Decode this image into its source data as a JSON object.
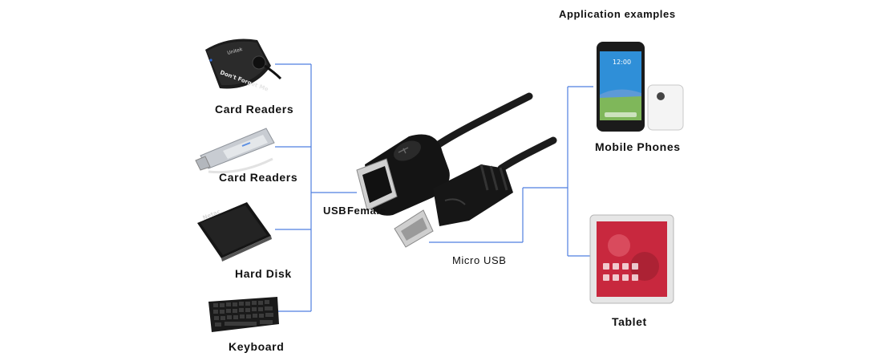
{
  "header": {
    "title": "Application examples"
  },
  "left_devices": [
    {
      "label": "Card Readers",
      "card_brand": "Unitek",
      "card_print": "Don't Forget Me"
    },
    {
      "label": "Card Readers"
    },
    {
      "label": "Hard Disk",
      "disk_brand": "Netac"
    },
    {
      "label": "Keyboard"
    }
  ],
  "cable": {
    "female_prefix": "USB",
    "female_label": "Female",
    "micro_label": "Micro USB"
  },
  "right_devices": [
    {
      "label": "Mobile Phones",
      "screen_time": "12:00"
    },
    {
      "label": "Tablet"
    }
  ],
  "colors": {
    "connector_line": "#4f7fe0",
    "cable": "#1b1b1b",
    "phone_screen": "#2f8fd8",
    "tablet_screen": "#c8283e",
    "text": "#111111"
  },
  "icons": [
    "card-reader-icon",
    "usb-stick-icon",
    "hard-disk-icon",
    "keyboard-icon",
    "otg-cable-icon",
    "phone-icon",
    "tablet-icon"
  ]
}
